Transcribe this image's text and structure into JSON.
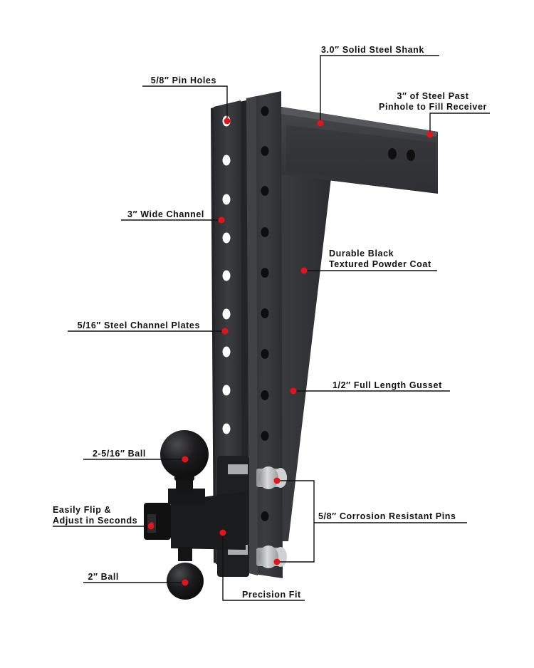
{
  "labels": {
    "shank": "3.0″ Solid Steel Shank",
    "past_pinhole_1": "3″ of Steel Past",
    "past_pinhole_2": "Pinhole to Fill Receiver",
    "pin_holes": "5/8″ Pin Holes",
    "wide_channel": "3″ Wide Channel",
    "powder_coat_1": "Durable Black",
    "powder_coat_2": "Textured Powder Coat",
    "channel_plates": "5/16″ Steel Channel Plates",
    "gusset": "1/2″ Full Length Gusset",
    "ball_large": "2-5/16″ Ball",
    "flip_1": "Easily Flip &",
    "flip_2": "Adjust in Seconds",
    "pins": "5/8″ Corrosion Resistant Pins",
    "ball_small": "2″ Ball",
    "precision_fit": "Precision Fit"
  },
  "colors": {
    "steel": "#34363a",
    "steel_dark": "#202124",
    "steel_light": "#4a4c50",
    "marker": "#e5141b",
    "leader": "#111111",
    "pin_metal": "#b9bbbd"
  }
}
